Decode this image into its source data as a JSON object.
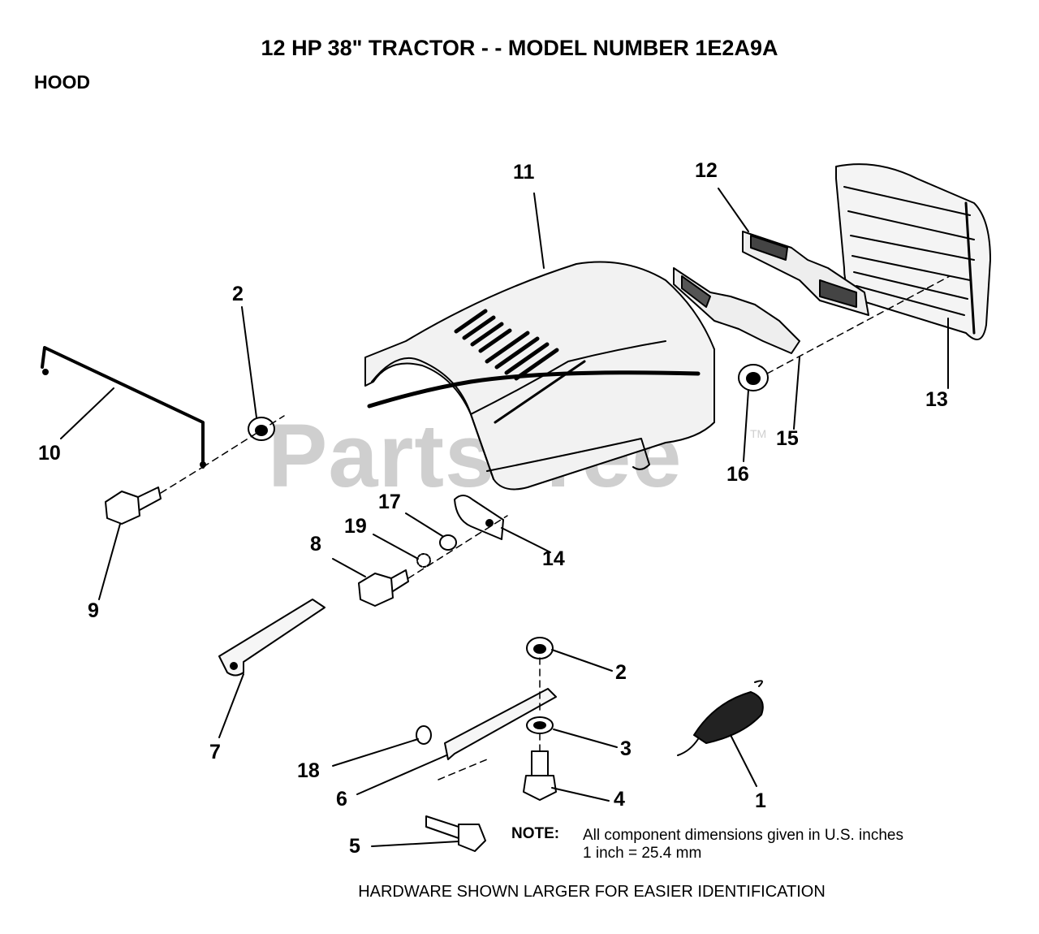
{
  "header": {
    "title": "12 HP 38\" TRACTOR - - MODEL NUMBER 1E2A9A",
    "section": "HOOD"
  },
  "watermark": {
    "text": "PartsTree",
    "tm": "TM"
  },
  "callouts": {
    "c1": "1",
    "c2a": "2",
    "c2b": "2",
    "c3": "3",
    "c4": "4",
    "c5": "5",
    "c6": "6",
    "c7": "7",
    "c8": "8",
    "c9": "9",
    "c10": "10",
    "c11": "11",
    "c12": "12",
    "c13": "13",
    "c14": "14",
    "c15": "15",
    "c16": "16",
    "c17": "17",
    "c18": "18",
    "c19": "19"
  },
  "note": {
    "label": "NOTE:",
    "line1": "All component dimensions given in U.S. inches",
    "line2": "1 inch = 25.4 mm"
  },
  "footer": {
    "hardware": "HARDWARE SHOWN LARGER FOR EASIER IDENTIFICATION"
  }
}
